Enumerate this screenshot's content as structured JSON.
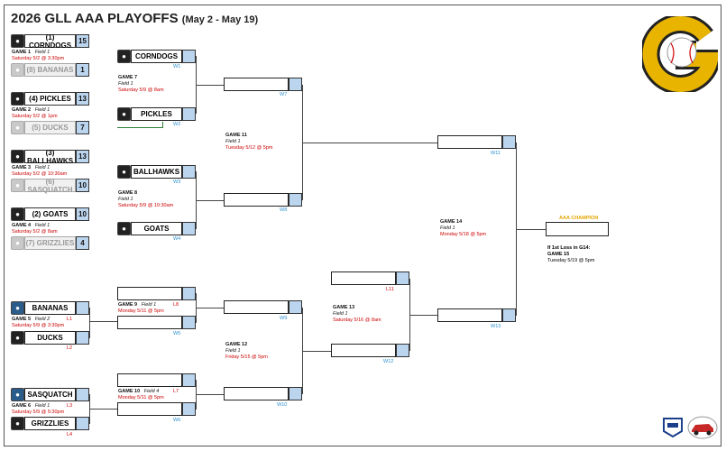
{
  "header": {
    "title": "2026 GLL AAA PLAYOFFS",
    "subtitle": "(May 2 - May 19)"
  },
  "round1": {
    "g1": {
      "game": "GAME 1",
      "field": "Field 1",
      "time": "Saturday 5/2 @ 3:30pm",
      "top": {
        "name": "(1) CORNDOGS",
        "score": "15"
      },
      "bot": {
        "name": "(8) BANANAS",
        "score": "1"
      }
    },
    "g2": {
      "game": "GAME 2",
      "field": "Field 1",
      "time": "Saturday 5/2 @ 1pm",
      "top": {
        "name": "(4) PICKLES",
        "score": "13"
      },
      "bot": {
        "name": "(5) DUCKS",
        "score": "7"
      }
    },
    "g3": {
      "game": "GAME 3",
      "field": "Field 1",
      "time": "Saturday 5/2 @ 10:30am",
      "top": {
        "name": "(3) BALLHAWKS",
        "score": "13"
      },
      "bot": {
        "name": "(6) SASQUATCH",
        "score": "10"
      }
    },
    "g4": {
      "game": "GAME 4",
      "field": "Field 1",
      "time": "Saturday 5/2 @ 8am",
      "top": {
        "name": "(2) GOATS",
        "score": "10"
      },
      "bot": {
        "name": "(7) GRIZZLIES",
        "score": "4"
      }
    }
  },
  "round2": {
    "g7": {
      "game": "GAME 7",
      "field": "Field 1",
      "time": "Saturday 5/9 @ 8am",
      "top": "CORNDOGS",
      "top_tag": "W1",
      "bot": "PICKLES",
      "bot_tag": "W2"
    },
    "g8": {
      "game": "GAME 8",
      "field": "Field 1",
      "time": "Saturday 5/9 @ 10:30am",
      "top": "BALLHAWKS",
      "top_tag": "W3",
      "bot": "GOATS",
      "bot_tag": "W4"
    }
  },
  "round3": {
    "g11": {
      "game": "GAME 11",
      "field": "Field 1",
      "time": "Tuesday 5/12 @ 5pm",
      "top_tag": "W7",
      "bot_tag": "W8",
      "out_tag": "W11"
    }
  },
  "final": {
    "g14": {
      "game": "GAME 14",
      "field": "Field 1",
      "time": "Monday 5/18 @ 5pm"
    },
    "champion": "AAA CHAMPION",
    "g15": {
      "note": "If 1st Loss in G14:",
      "game": "GAME 15",
      "time": "Tuesday 5/19 @ 5pm"
    }
  },
  "losers": {
    "g5": {
      "game": "GAME 5",
      "field": "Field 2",
      "time": "Saturday 5/9 @ 3:30pm",
      "top": "BANANAS",
      "top_tag": "L1",
      "bot": "DUCKS",
      "bot_tag": "L2"
    },
    "g6": {
      "game": "GAME 6",
      "field": "Field 1",
      "time": "Saturday 5/9 @ 5:30pm",
      "top": "SASQUATCH",
      "top_tag": "L3",
      "bot": "GRIZZLIES",
      "bot_tag": "L4"
    },
    "g9": {
      "game": "GAME 9",
      "field": "Field 1",
      "time": "Monday 5/11 @ 5pm",
      "top_tag": "L8",
      "bot_tag": "W5"
    },
    "g10": {
      "game": "GAME 10",
      "field": "Field 4",
      "time": "Monday 5/11 @ 5pm",
      "top_tag": "L7",
      "bot_tag": "W6"
    },
    "g12": {
      "game": "GAME 12",
      "field": "Field 1",
      "time": "Friday 5/15 @ 5pm",
      "top_tag": "W9",
      "bot_tag": "W10"
    },
    "g13": {
      "game": "GAME 13",
      "field": "Field 1",
      "time": "Saturday 5/16 @ 8am",
      "top_tag": "L11",
      "bot_tag": "W12",
      "out_tag": "W13"
    }
  },
  "colors": {
    "score_fill": "#bcd5ef",
    "accent_red": "#cc0000",
    "accent_blue": "#2a8fd0",
    "champion_gold": "#e3a600"
  }
}
